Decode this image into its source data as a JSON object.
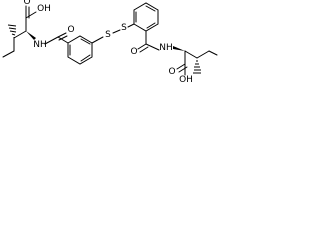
{
  "structure": {
    "stroke_color": "#000000",
    "background": "#ffffff",
    "atoms": {
      "left_acid_oh": "OH",
      "left_acid_o": "O",
      "left_amide_nh": "NH",
      "left_amide_o": "O",
      "disulfide_s1": "S",
      "disulfide_s2": "S",
      "right_amide_o": "O",
      "right_amide_nh": "NH",
      "right_acid_o": "O",
      "right_acid_oh": "OH"
    },
    "stereo_methyl_left": "hashed-wedge",
    "stereo_nh_left": "bold-wedge",
    "stereo_methyl_right": "hashed-wedge",
    "stereo_nh_right": "bold-wedge"
  }
}
